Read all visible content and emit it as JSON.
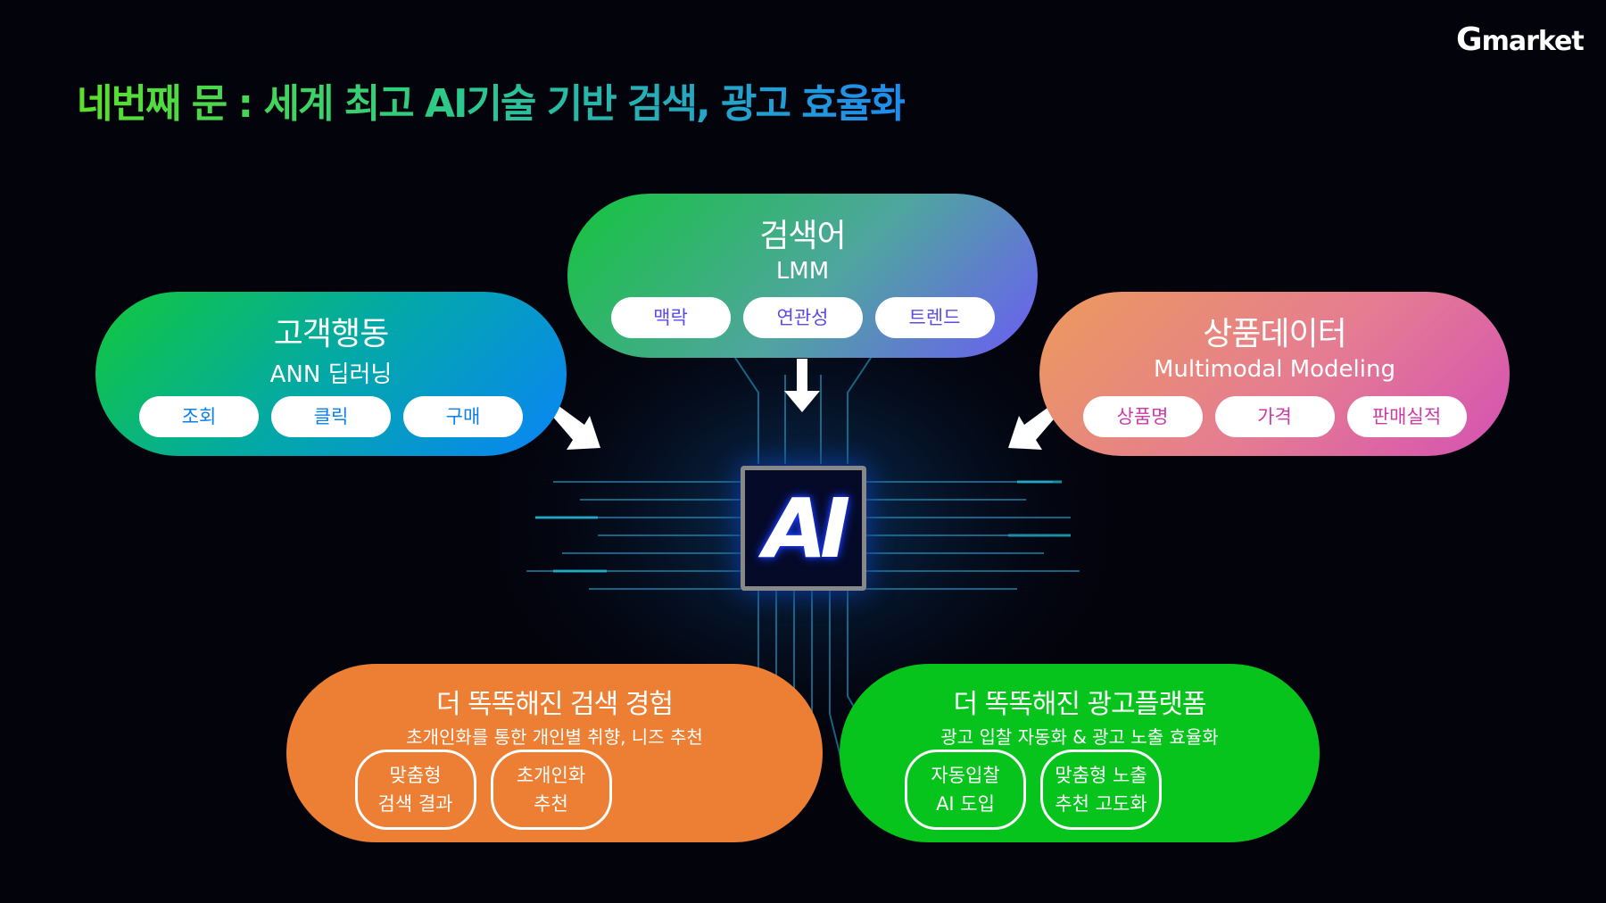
{
  "title": "네번째 문 : 세계 최고 AI기술 기반 검색, 광고 효율화",
  "logo": {
    "g": "G",
    "rest": "market"
  },
  "center": {
    "label": "AI"
  },
  "inputs": [
    {
      "id": "top",
      "title": "검색어",
      "subtitle": "LMM",
      "chips": [
        "맥락",
        "연관성",
        "트렌드"
      ]
    },
    {
      "id": "left",
      "title": "고객행동",
      "subtitle": "ANN 딥러닝",
      "chips": [
        "조회",
        "클릭",
        "구매"
      ]
    },
    {
      "id": "right",
      "title": "상품데이터",
      "subtitle": "Multimodal Modeling",
      "chips": [
        "상품명",
        "가격",
        "판매실적"
      ]
    }
  ],
  "outputs": [
    {
      "title": "더 똑똑해진 검색 경험",
      "subtitle": "초개인화를 통한 개인별 취향, 니즈 추천",
      "chips": [
        [
          "맞춤형",
          "검색 결과"
        ],
        [
          "초개인화",
          "추천"
        ]
      ]
    },
    {
      "title": "더 똑똑해진 광고플랫폼",
      "subtitle": "광고 입찰 자동화 & 광고 노출 효율화",
      "chips": [
        [
          "자동입찰",
          "AI 도입"
        ],
        [
          "맞춤형 노출",
          "추천 고도화"
        ]
      ]
    }
  ],
  "colors": {
    "top": "#6c5cf5",
    "left": "#0a84f8",
    "right": "#d451b4",
    "search": "#ec7f33",
    "ads": "#07c41d"
  }
}
